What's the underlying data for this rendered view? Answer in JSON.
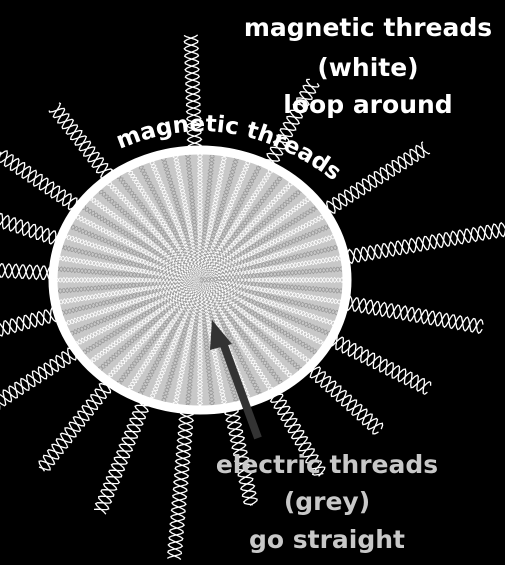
{
  "colors": {
    "background": "#000000",
    "magnetic_thread": "#ffffff",
    "electric_thread": "#9a9a9a",
    "disc_fill": "#c8c8c8",
    "disc_rim": "#ffffff",
    "arrow": "#333333"
  },
  "top_label": {
    "line1": "magnetic threads",
    "line2": "(white)",
    "line3": "loop around"
  },
  "curved_label": "magnetic threads",
  "bottom_label": {
    "line1": "electric threads",
    "line2": "(grey)",
    "line3": "go straight"
  }
}
